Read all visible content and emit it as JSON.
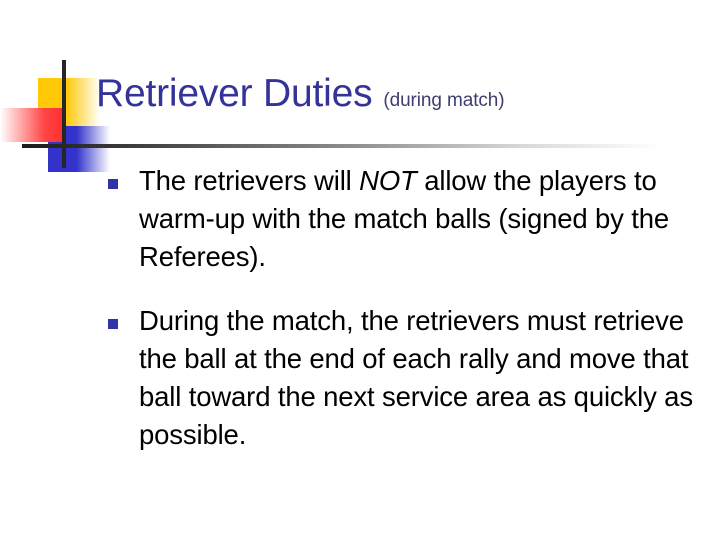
{
  "slide": {
    "title": {
      "main": "Retriever Duties",
      "subtitle": "(during match)"
    },
    "bullets": [
      {
        "marker": "square-bullet",
        "segments": [
          {
            "text": "The retrievers will ",
            "italic": false
          },
          {
            "text": "NOT",
            "italic": true
          },
          {
            "text": " allow the players to warm-up with the match balls (signed by the Referees).",
            "italic": false
          }
        ]
      },
      {
        "marker": "square-bullet",
        "segments": [
          {
            "text": "During the match, the retrievers must retrieve the ball at the end of each rally and move that ball toward the next service area as quickly as possible.",
            "italic": false
          }
        ]
      }
    ],
    "colors": {
      "title": "#333399",
      "subtitle": "#3d3d70",
      "body_text": "#000000",
      "bullet_marker": "#3333A8",
      "deco_yellow": "#FFC907",
      "deco_blue": "#3333CC",
      "deco_red": "#FF3030",
      "deco_line": "#262626",
      "background": "#FFFFFF"
    }
  }
}
